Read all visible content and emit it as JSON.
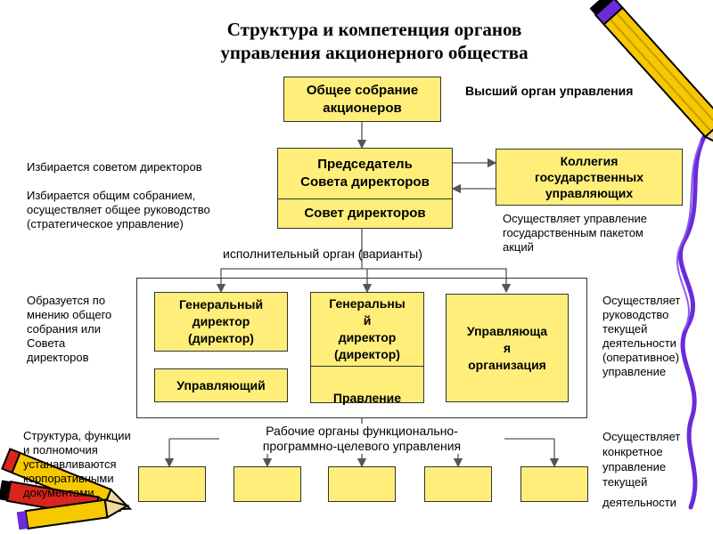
{
  "title": {
    "line1": "Структура и компетенция органов",
    "line2": "управления акционерного общества"
  },
  "boxes": {
    "general_meeting": [
      "Общее собрание",
      "акционеров"
    ],
    "chairman": [
      "Председатель",
      "Совета директоров"
    ],
    "board": "Совет директоров",
    "collegium": [
      "Коллегия",
      "государственных",
      "управляющих"
    ],
    "gen_director_1": [
      "Генеральный",
      "директор",
      "(директор)"
    ],
    "manager": "Управляющий",
    "gen_director_2": [
      "Генеральны",
      "й",
      "директор",
      "(директор)"
    ],
    "pravlenie": "Правление",
    "managing_org": [
      "Управляюща",
      "я",
      "организация"
    ]
  },
  "labels": {
    "highest_organ": "Высший орган управления",
    "elected_by_board": "Избирается советом директоров",
    "elected_by_meeting": [
      "Избирается общим собранием,",
      "осуществляет общее руководство",
      "(стратегическое управление)"
    ],
    "state_package": [
      "Осуществляет управление",
      "государственным пакетом",
      "акций"
    ],
    "executive_variants": "исполнительный орган (варианты)",
    "formed_by": [
      "Образуется по",
      "мнению общего",
      "собрания или",
      "Совета",
      "директоров"
    ],
    "current_mgmt": [
      "Осуществляет",
      "руководство",
      "текущей",
      "деятельности",
      "(оперативное)",
      "управление"
    ],
    "working_organs": [
      "Рабочие органы функционально-",
      "программно-целевого управления"
    ],
    "structure_note": [
      "Структура, функции",
      "и полномочия",
      "устанавливаются",
      "корпоративными",
      "документами"
    ],
    "concrete_mgmt": [
      "Осуществляет",
      "конкретное",
      "управление",
      "текущей",
      "деятельности"
    ]
  },
  "colors": {
    "box_fill": "#ffef7a",
    "pencil_yellow": "#f5c800",
    "pencil_purple": "#6a2bd8",
    "pencil_red": "#d8261c"
  },
  "icons": [
    "pencil-icon-top-right",
    "pencil-icon-bottom-left",
    "purple-scribble-icon"
  ]
}
